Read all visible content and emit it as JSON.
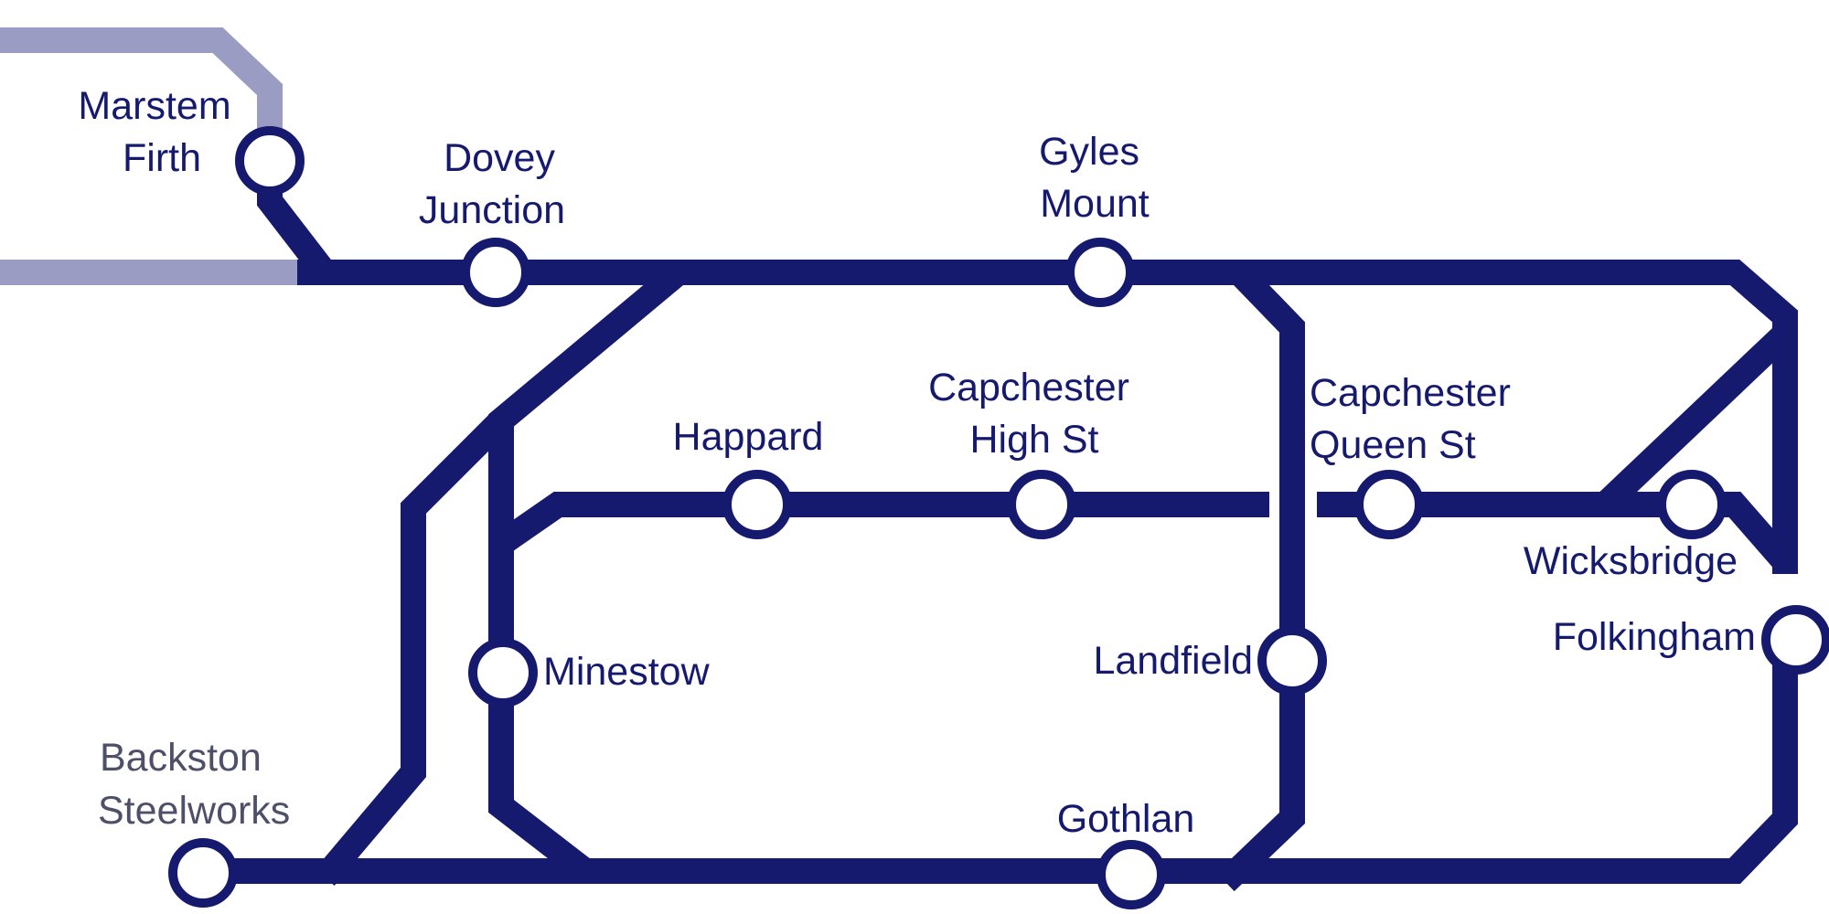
{
  "colors": {
    "main_line": "#151a6e",
    "faded_line": "#9b9cc4",
    "label": "#151a6e",
    "label_muted": "#4d5068",
    "station_fill": "#ffffff"
  },
  "stations": {
    "marstem_firth": {
      "line1": "Marstem",
      "line2": "Firth"
    },
    "dovey_junction": {
      "line1": "Dovey",
      "line2": "Junction"
    },
    "gyles_mount": {
      "line1": "Gyles",
      "line2": "Mount"
    },
    "happard": {
      "line1": "Happard"
    },
    "capchester_high_st": {
      "line1": "Capchester",
      "line2": "High St"
    },
    "capchester_queen_st": {
      "line1": "Capchester",
      "line2": "Queen St"
    },
    "wicksbridge": {
      "line1": "Wicksbridge"
    },
    "folkingham": {
      "line1": "Folkingham"
    },
    "landfield": {
      "line1": "Landfield"
    },
    "minestow": {
      "line1": "Minestow"
    },
    "backston_steelworks": {
      "line1": "Backston",
      "line2": "Steelworks"
    },
    "gothlan": {
      "line1": "Gothlan"
    }
  }
}
